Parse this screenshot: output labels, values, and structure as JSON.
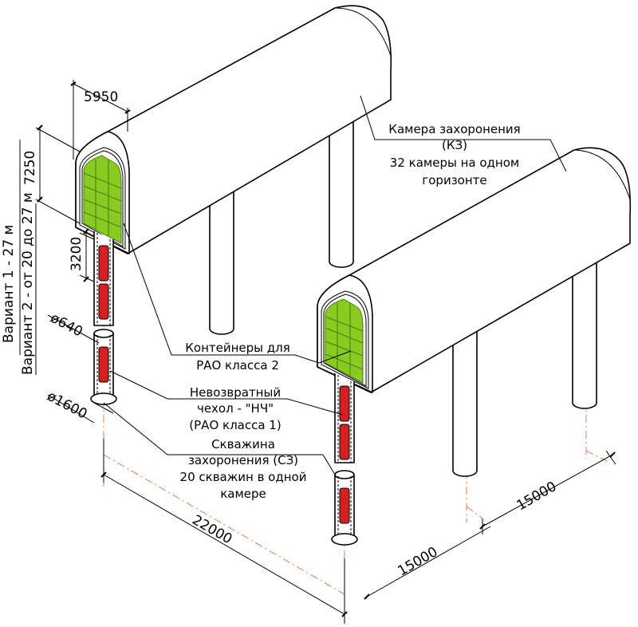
{
  "dimensions": {
    "width_5950": "5950",
    "height_7250": "7250",
    "length_3200": "3200",
    "diam_640": "ø640",
    "diam_1600": "ø1600",
    "length_22000": "22000",
    "spacing_15000_a": "15000",
    "spacing_15000_b": "15000"
  },
  "depth_labels": {
    "variant1": "Вариант 1 - 27 м",
    "variant2": "Вариант 2 - от 20 до 27 м"
  },
  "labels": {
    "chamber": [
      "Камера захоронения",
      "(КЗ)",
      "32 камеры на одном",
      "горизонте"
    ],
    "containers": [
      "Контейнеры для",
      "РАО класса 2"
    ],
    "case": [
      "Невозвратный",
      "чехол - \"НЧ\"",
      "(РАО класса 1)"
    ],
    "borehole": [
      "Скважина",
      "захоронения (СЗ)",
      "20 скважин в одной",
      "камере"
    ]
  },
  "colors": {
    "container": "#88cc22",
    "container_grid": "#4a7a10",
    "canister": "#d42020",
    "axis": "#e07040",
    "line": "#000000"
  }
}
